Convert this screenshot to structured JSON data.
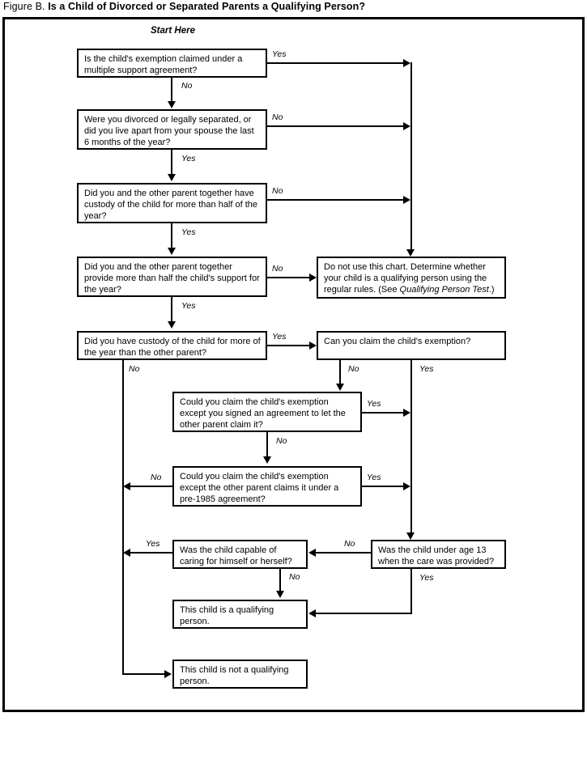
{
  "figure": {
    "label": "Figure B.",
    "heading": "Is a Child of Divorced or Separated Parents a Qualifying Person?"
  },
  "start_label": "Start Here",
  "nodes": {
    "multiple_support": "Is the child's exemption claimed under a multiple support agreement?",
    "divorced_separated": "Were you divorced or legally separated, or did you live apart from your spouse the last 6 months of the year?",
    "custody_together": "Did you and the other parent together have custody of the child for more than half of the year?",
    "support_together": "Did you and the other parent together provide more than half the child's support for the year?",
    "do_not_use_1": "Do not use this chart. Determine whether your child is a qualifying person using the regular rules. (See ",
    "do_not_use_italic": "Qualifying Person Test",
    "do_not_use_2": ".)",
    "custody_more": "Did you have custody of the child for more of the year than the other parent?",
    "can_claim": "Can you claim the child's exemption?",
    "could_claim_signed": "Could you claim the child's exemption except you signed an agreement to let the other parent claim it?",
    "could_claim_pre1985": "Could you claim the child's exemption except the other parent claims it under a pre-1985 agreement?",
    "child_capable": "Was the child capable of caring for himself or herself?",
    "under_age_13": "Was the child under age 13 when the care was provided?",
    "is_qualifying": "This child is a qualifying person.",
    "not_qualifying": "This child is not a qualifying person."
  },
  "edge_labels": {
    "yes1": "Yes",
    "no1": "No",
    "no2": "No",
    "yes2": "Yes",
    "no3": "No",
    "yes3": "Yes",
    "no4": "No",
    "yes4": "Yes",
    "yes5": "Yes",
    "no5": "No",
    "no6": "No",
    "yes6": "Yes",
    "yes7": "Yes",
    "no7": "No",
    "no8": "No",
    "yes8": "Yes",
    "no9": "No",
    "yes9": "Yes",
    "yes10": "Yes",
    "no10": "No"
  },
  "chart_data": {
    "type": "diagram",
    "title": "Figure B. Is a Child of Divorced or Separated Parents a Qualifying Person?",
    "diagram_kind": "decision-flowchart",
    "nodes": [
      {
        "id": "multiple_support",
        "kind": "decision",
        "text": "Is the child's exemption claimed under a multiple support agreement?"
      },
      {
        "id": "divorced_separated",
        "kind": "decision",
        "text": "Were you divorced or legally separated, or did you live apart from your spouse the last 6 months of the year?"
      },
      {
        "id": "custody_together",
        "kind": "decision",
        "text": "Did you and the other parent together have custody of the child for more than half of the year?"
      },
      {
        "id": "support_together",
        "kind": "decision",
        "text": "Did you and the other parent together provide more than half the child's support for the year?"
      },
      {
        "id": "do_not_use",
        "kind": "terminal",
        "text": "Do not use this chart. Determine whether your child is a qualifying person using the regular rules. (See Qualifying Person Test.)"
      },
      {
        "id": "custody_more",
        "kind": "decision",
        "text": "Did you have custody of the child for more of the year than the other parent?"
      },
      {
        "id": "can_claim",
        "kind": "decision",
        "text": "Can you claim the child's exemption?"
      },
      {
        "id": "could_claim_signed",
        "kind": "decision",
        "text": "Could you claim the child's exemption except you signed an agreement to let the other parent claim it?"
      },
      {
        "id": "could_claim_pre1985",
        "kind": "decision",
        "text": "Could you claim the child's exemption except the other parent claims it under a pre-1985 agreement?"
      },
      {
        "id": "child_capable",
        "kind": "decision",
        "text": "Was the child capable of caring for himself or herself?"
      },
      {
        "id": "under_age_13",
        "kind": "decision",
        "text": "Was the child under age 13 when the care was provided?"
      },
      {
        "id": "is_qualifying",
        "kind": "terminal",
        "text": "This child is a qualifying person."
      },
      {
        "id": "not_qualifying",
        "kind": "terminal",
        "text": "This child is not a qualifying person."
      }
    ],
    "edges": [
      {
        "from": "multiple_support",
        "to": "do_not_use",
        "label": "Yes"
      },
      {
        "from": "multiple_support",
        "to": "divorced_separated",
        "label": "No"
      },
      {
        "from": "divorced_separated",
        "to": "do_not_use",
        "label": "No"
      },
      {
        "from": "divorced_separated",
        "to": "custody_together",
        "label": "Yes"
      },
      {
        "from": "custody_together",
        "to": "do_not_use",
        "label": "No"
      },
      {
        "from": "custody_together",
        "to": "support_together",
        "label": "Yes"
      },
      {
        "from": "support_together",
        "to": "do_not_use",
        "label": "No"
      },
      {
        "from": "support_together",
        "to": "custody_more",
        "label": "Yes"
      },
      {
        "from": "custody_more",
        "to": "can_claim",
        "label": "Yes"
      },
      {
        "from": "custody_more",
        "to": "not_qualifying",
        "label": "No"
      },
      {
        "from": "can_claim",
        "to": "could_claim_signed",
        "label": "No"
      },
      {
        "from": "can_claim",
        "to": "under_age_13",
        "label": "Yes"
      },
      {
        "from": "could_claim_signed",
        "to": "under_age_13",
        "label": "Yes"
      },
      {
        "from": "could_claim_signed",
        "to": "could_claim_pre1985",
        "label": "No"
      },
      {
        "from": "could_claim_pre1985",
        "to": "under_age_13",
        "label": "Yes"
      },
      {
        "from": "could_claim_pre1985",
        "to": "not_qualifying",
        "label": "No"
      },
      {
        "from": "under_age_13",
        "to": "child_capable",
        "label": "No"
      },
      {
        "from": "under_age_13",
        "to": "is_qualifying",
        "label": "Yes"
      },
      {
        "from": "child_capable",
        "to": "not_qualifying",
        "label": "Yes"
      },
      {
        "from": "child_capable",
        "to": "is_qualifying",
        "label": "No"
      }
    ],
    "entry_label": "Start Here",
    "entry_node": "multiple_support"
  }
}
